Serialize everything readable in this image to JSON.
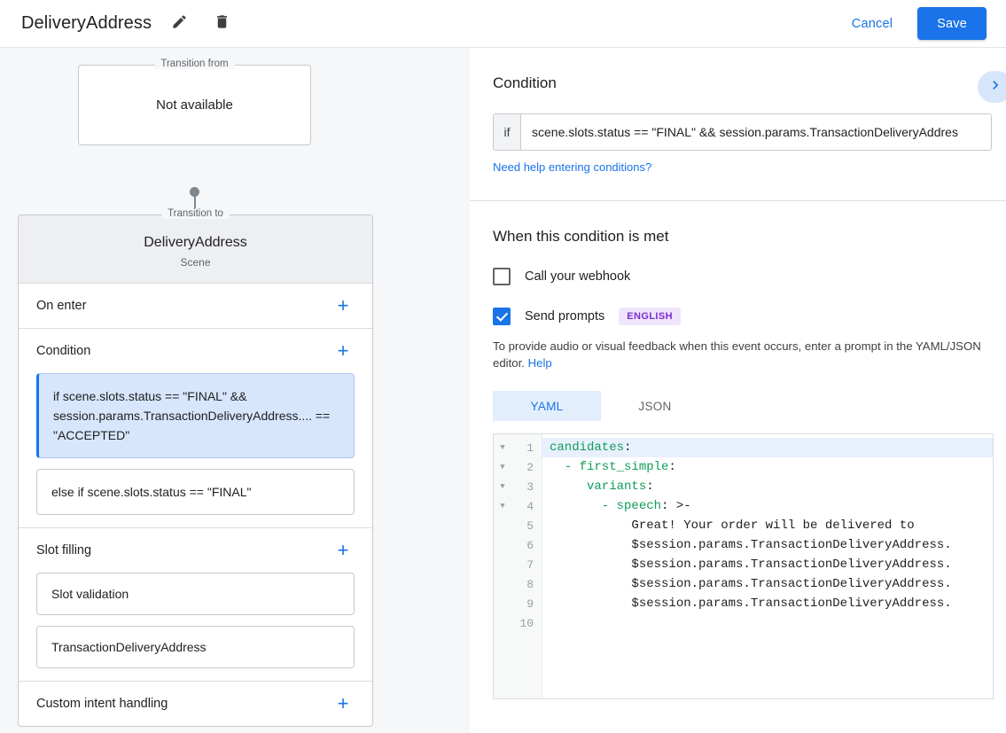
{
  "topbar": {
    "title": "DeliveryAddress",
    "edit_icon": "pencil-icon",
    "delete_icon": "trash-icon",
    "cancel_label": "Cancel",
    "save_label": "Save",
    "accent_color": "#1a73e8"
  },
  "left": {
    "transition_from": {
      "legend": "Transition from",
      "value": "Not available"
    },
    "transition_to": {
      "legend": "Transition to",
      "name": "DeliveryAddress",
      "type": "Scene"
    },
    "sections": [
      {
        "label": "On enter",
        "add": "+"
      },
      {
        "label": "Condition",
        "add": "+"
      },
      {
        "label": "Slot filling",
        "add": "+"
      },
      {
        "label": "Custom intent handling",
        "add": "+"
      }
    ],
    "conditions": [
      "if scene.slots.status == \"FINAL\" && session.params.TransactionDeliveryAddress.... == \"ACCEPTED\"",
      "else if scene.slots.status == \"FINAL\""
    ],
    "slots": [
      "Slot validation",
      "TransactionDeliveryAddress"
    ]
  },
  "right": {
    "condition_title": "Condition",
    "expand_icon": "chevron-right-icon",
    "if_label": "if",
    "condition_value": "scene.slots.status == \"FINAL\" && session.params.TransactionDeliveryAddres",
    "help_link": "Need help entering conditions?",
    "met_title": "When this condition is met",
    "webhook": {
      "label": "Call your webhook",
      "checked": false
    },
    "prompts": {
      "label": "Send prompts",
      "checked": true,
      "badge": "ENGLISH"
    },
    "helper_text_1": "To provide audio or visual feedback when this event occurs, enter a prompt in the YAML/JSON editor.",
    "helper_link": "Help",
    "tabs": [
      {
        "label": "YAML",
        "active": true
      },
      {
        "label": "JSON",
        "active": false
      }
    ],
    "editor": {
      "lines": [
        {
          "n": "1",
          "fold": true,
          "text": "candidates:",
          "key_end": 10,
          "highlight": true
        },
        {
          "n": "2",
          "fold": true,
          "text": "  - first_simple:",
          "key_end": 16,
          "highlight": false
        },
        {
          "n": "3",
          "fold": true,
          "text": "     variants:",
          "key_end": 13,
          "highlight": false
        },
        {
          "n": "4",
          "fold": true,
          "text": "       - speech: >-",
          "key_end": 15,
          "highlight": false
        },
        {
          "n": "5",
          "fold": false,
          "text": "           Great! Your order will be delivered to",
          "key_end": 0,
          "highlight": false
        },
        {
          "n": "6",
          "fold": false,
          "text": "           $session.params.TransactionDeliveryAddress.",
          "key_end": 0,
          "highlight": false
        },
        {
          "n": "7",
          "fold": false,
          "text": "           $session.params.TransactionDeliveryAddress.",
          "key_end": 0,
          "highlight": false
        },
        {
          "n": "8",
          "fold": false,
          "text": "           $session.params.TransactionDeliveryAddress.",
          "key_end": 0,
          "highlight": false
        },
        {
          "n": "9",
          "fold": false,
          "text": "           $session.params.TransactionDeliveryAddress.",
          "key_end": 0,
          "highlight": false
        },
        {
          "n": "10",
          "fold": false,
          "text": "",
          "key_end": 0,
          "highlight": false
        }
      ]
    }
  }
}
